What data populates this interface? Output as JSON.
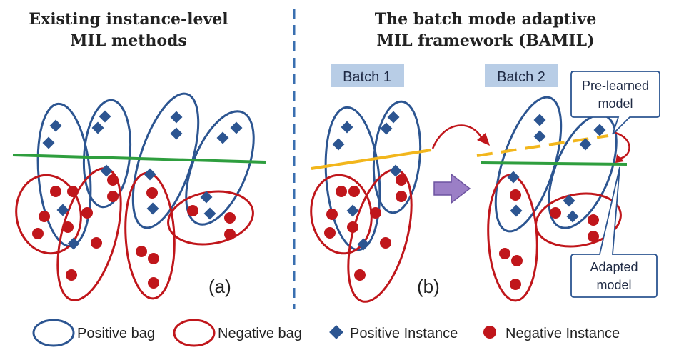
{
  "left_title": {
    "line1": "Existing instance-level",
    "line2": "MIL methods"
  },
  "right_title": {
    "line1": "The batch mode adaptive",
    "line2": "MIL framework (BAMIL)"
  },
  "batch1_label": "Batch 1",
  "batch2_label": "Batch 2",
  "prelearned_label": {
    "line1": "Pre-learned",
    "line2": "model"
  },
  "adapted_label": {
    "line1": "Adapted",
    "line2": "model"
  },
  "panel_a_label": "(a)",
  "panel_b_label": "(b)",
  "legend": {
    "positive_bag": "Positive bag",
    "negative_bag": "Negative bag",
    "positive_instance": "Positive Instance",
    "negative_instance": "Negative Instance"
  },
  "colors": {
    "positive": "#2c5591",
    "negative": "#c0161b",
    "adapted_line": "#2e9e3e",
    "prelearned_line": "#f2b61c",
    "divider": "#3a6fb0",
    "label_fill": "#b8cde6",
    "arrow_fill": "#9b7fc6"
  }
}
